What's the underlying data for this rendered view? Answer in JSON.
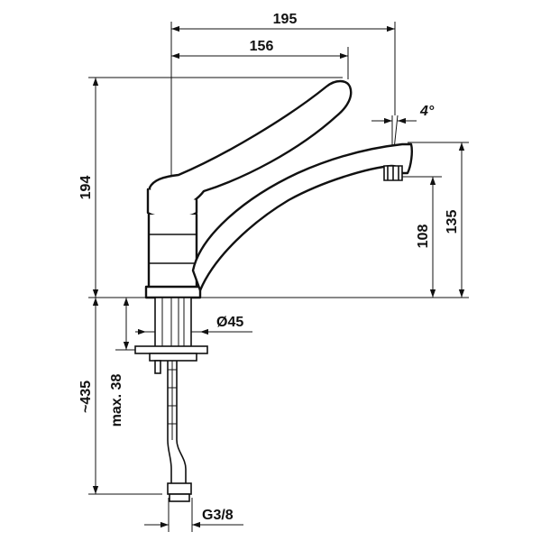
{
  "dimensions": {
    "overall_reach": "195",
    "lever_reach": "156",
    "spout_angle": "4°",
    "total_height": "194",
    "spout_clearance": "108",
    "spout_height": "135",
    "base_diameter": "Ø45",
    "hose_length": "~435",
    "max_deck_thickness": "max. 38",
    "connection_thread": "G3/8"
  },
  "colors": {
    "line": "#111111",
    "background": "#ffffff"
  }
}
